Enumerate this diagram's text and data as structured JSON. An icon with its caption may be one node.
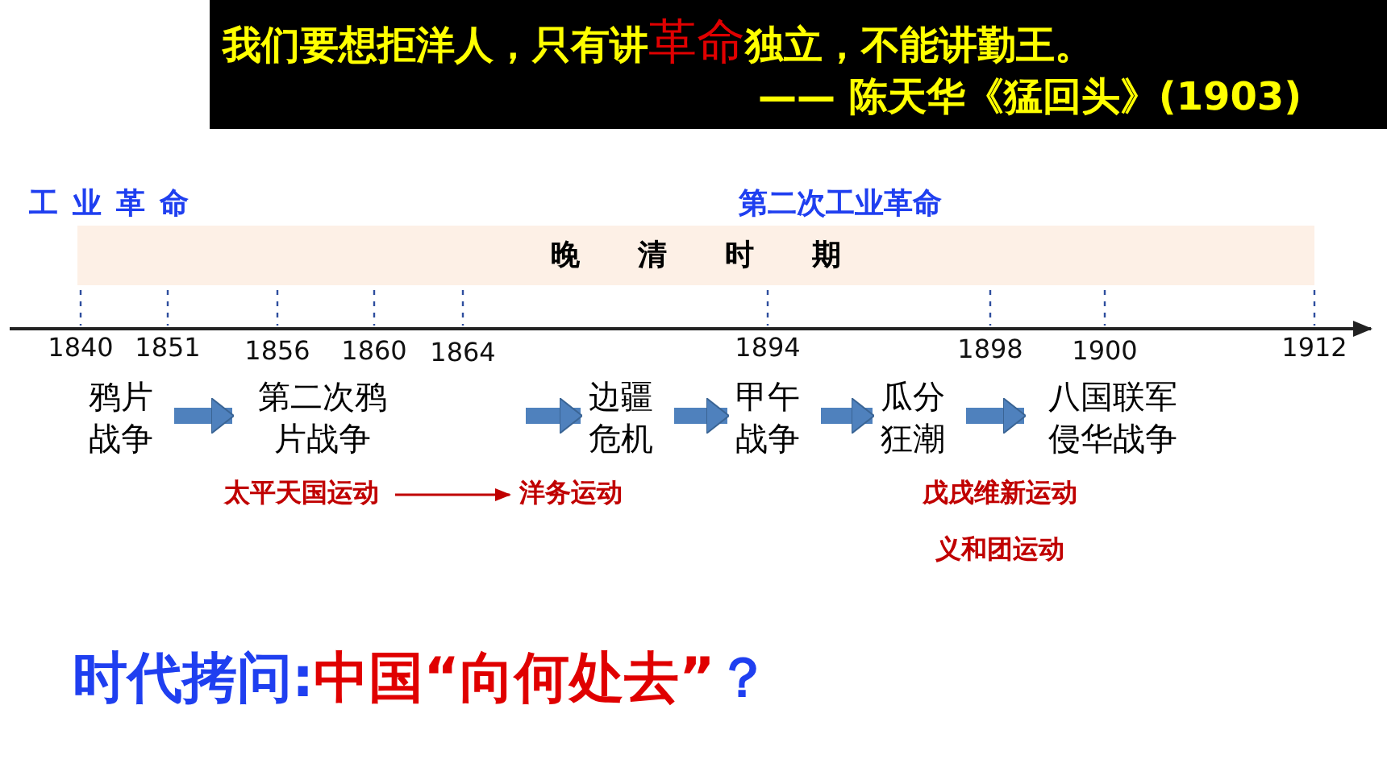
{
  "diagram": {
    "nodes": [
      {
        "text": [
          "晚清时期"
        ]
      },
      {
        "text": [
          "鸦片战争"
        ]
      },
      {
        "text": [
          "第二次鸦片战争"
        ]
      },
      {
        "text": [
          "边疆危机"
        ]
      },
      {
        "text": [
          "甲午战争"
        ]
      },
      {
        "text": [
          "瓜分狂潮"
        ]
      },
      {
        "text": [
          "八国联军侵华战争"
        ]
      },
      {
        "text": [
          "太平天国运动"
        ]
      },
      {
        "text": [
          "洋务运动"
        ]
      }
    ],
    "edges": [
      {
        "from": 1,
        "to": 2,
        "arrow": "to"
      },
      {
        "from": 3,
        "to": 4,
        "arrow": "to"
      },
      {
        "from": 4,
        "to": 5,
        "arrow": "to"
      },
      {
        "from": 5,
        "to": 6,
        "arrow": "to"
      },
      {
        "from": null,
        "to": 3,
        "arrow": "to"
      },
      {
        "from": 7,
        "to": 8,
        "arrow": "to",
        "color": "#c00000"
      }
    ],
    "labels": [
      "我们要想拒洋人，只有讲**革命**独立，不能讲勤王。",
      "—— 陈天华《猛回头》(1903)",
      "工业革命",
      "第二次工业革命",
      "1840",
      "1851",
      "1856",
      "1860",
      "1864",
      "1894",
      "1898",
      "1900",
      "1912",
      "戊戌维新运动",
      "义和团运动",
      "时代拷问:**中国“向何处去”**？"
    ]
  }
}
